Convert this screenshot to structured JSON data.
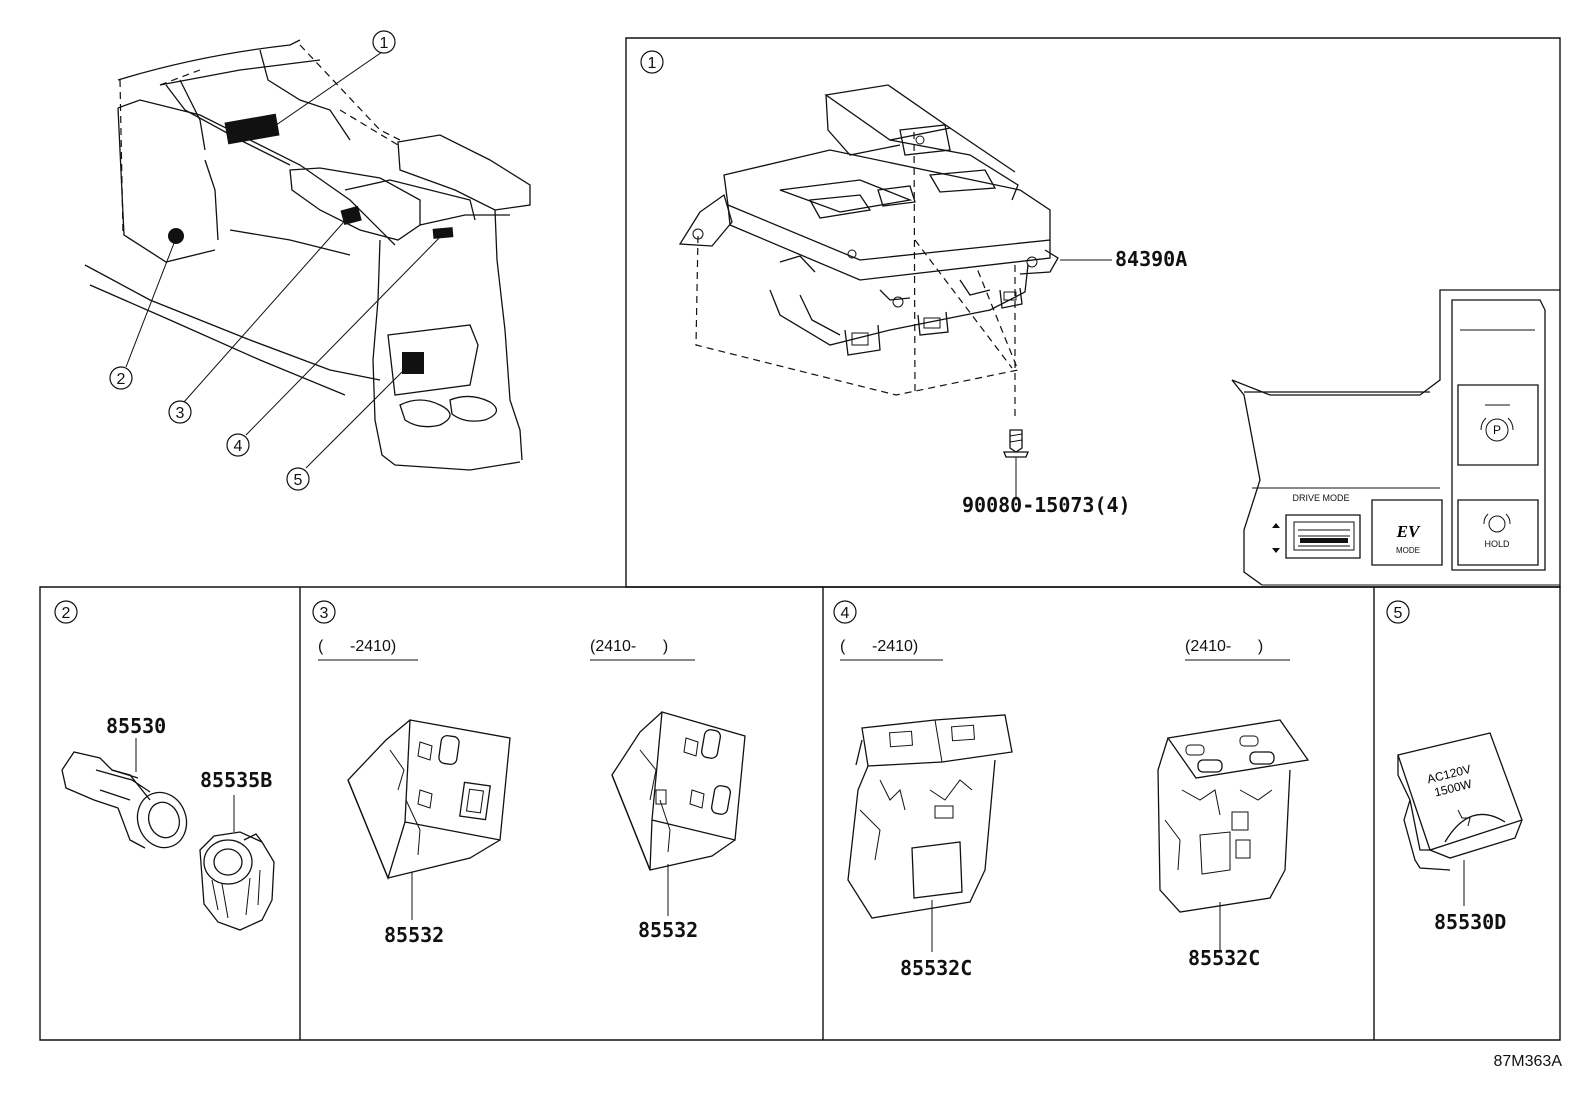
{
  "diagram_code": "87M363A",
  "overview": {
    "callouts": [
      "1",
      "2",
      "3",
      "4",
      "5"
    ]
  },
  "section1": {
    "index": "1",
    "part_main": "84390A",
    "part_screw": "90080-15073(4)",
    "panel": {
      "drive_mode": "DRIVE MODE",
      "ev": "EV",
      "ev_sub": "MODE",
      "hold": "HOLD",
      "park": "P"
    }
  },
  "section2": {
    "index": "2",
    "parts": [
      "85530",
      "85535B"
    ]
  },
  "section3": {
    "index": "3",
    "range_left": "(      -2410)",
    "range_right": "(2410-      )",
    "part_left": "85532",
    "part_right": "85532"
  },
  "section4": {
    "index": "4",
    "range_left": "(      -2410)",
    "range_right": "(2410-      )",
    "part_left": "85532C",
    "part_right": "85532C"
  },
  "section5": {
    "index": "5",
    "part": "85530D",
    "outlet_label_1": "AC120V",
    "outlet_label_2": "1500W"
  }
}
